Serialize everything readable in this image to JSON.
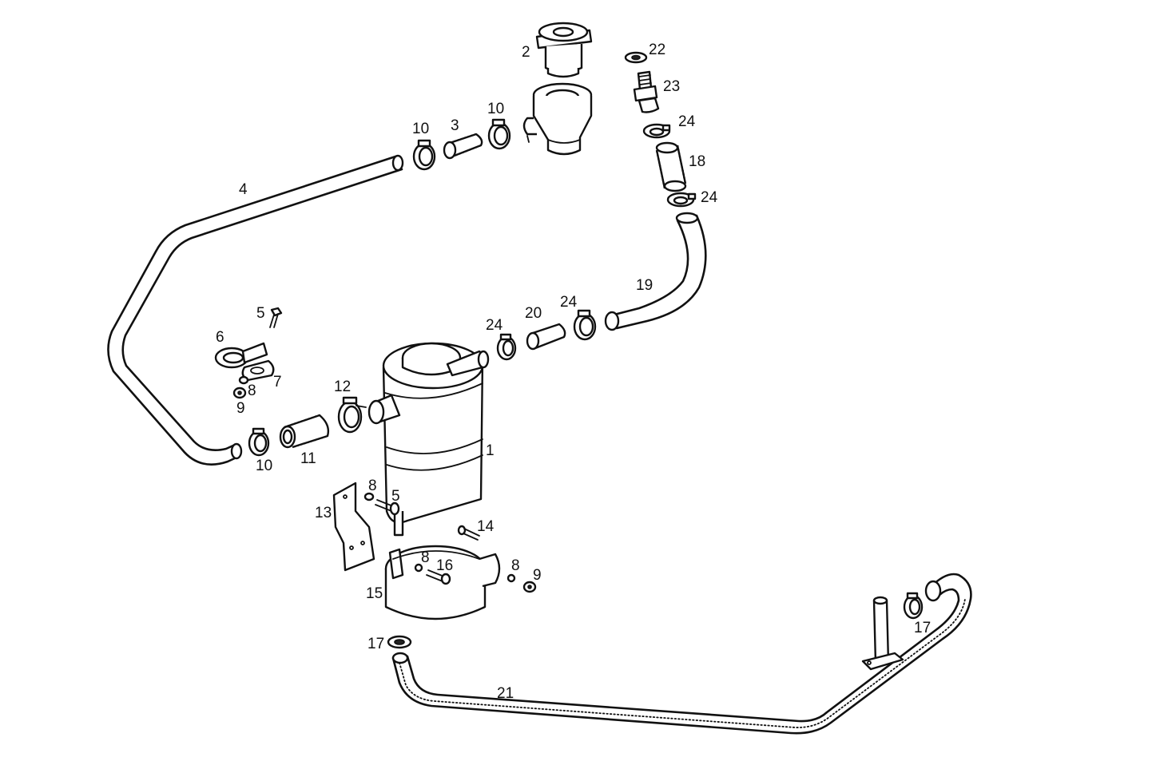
{
  "callouts": {
    "p1": "1",
    "p2": "2",
    "p3": "3",
    "p4": "4",
    "p5a": "5",
    "p5b": "5",
    "p6": "6",
    "p7": "7",
    "p8a": "8",
    "p8b": "8",
    "p8c": "8",
    "p8d": "8",
    "p9a": "9",
    "p9b": "9",
    "p10a": "10",
    "p10b": "10",
    "p10c": "10",
    "p11": "11",
    "p12": "12",
    "p13": "13",
    "p14": "14",
    "p15": "15",
    "p16": "16",
    "p17a": "17",
    "p17b": "17",
    "p18": "18",
    "p19": "19",
    "p20": "20",
    "p21": "21",
    "p22": "22",
    "p23": "23",
    "p24a": "24",
    "p24b": "24",
    "p24c": "24",
    "p24d": "24"
  }
}
